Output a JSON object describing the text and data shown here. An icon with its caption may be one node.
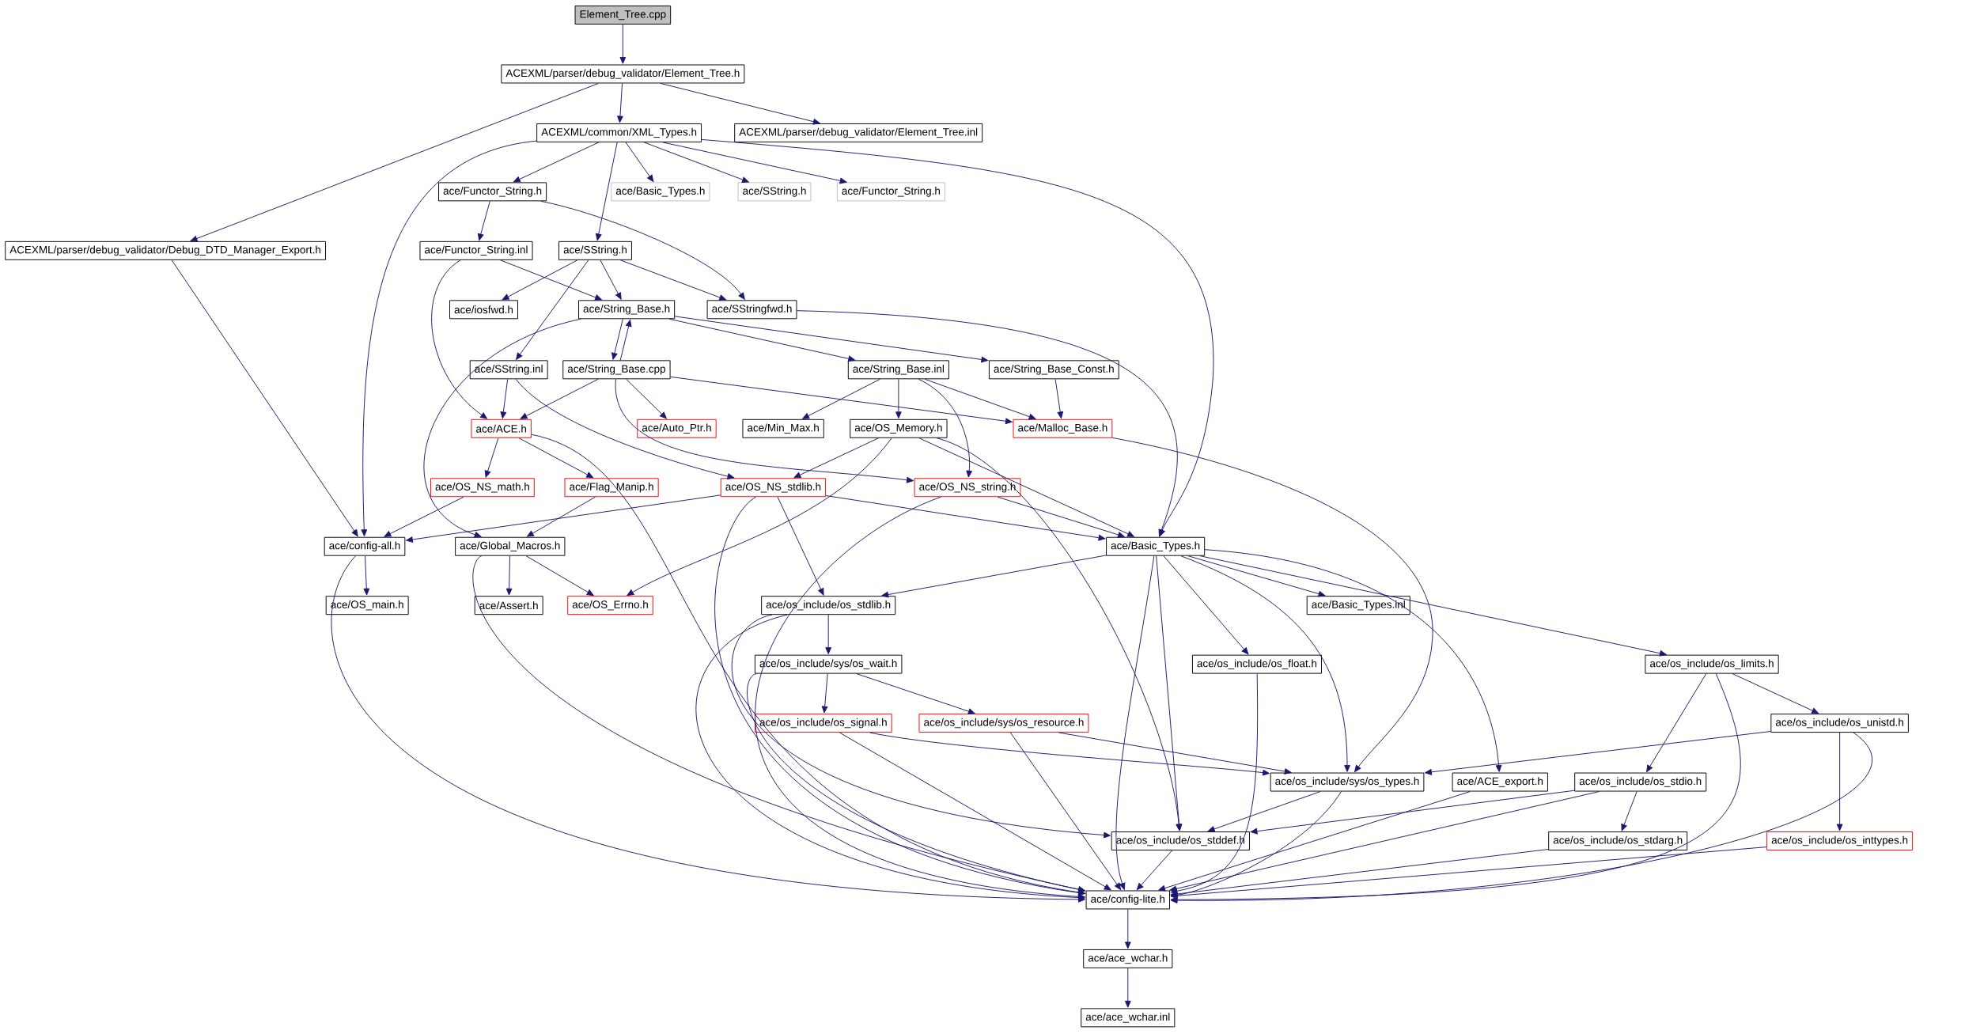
{
  "diagram": {
    "nodes": [
      {
        "text": [
          "Element_Tree.cpp"
        ]
      },
      {
        "text": [
          "ACEXML/parser/debug_validator/Element_Tree.h"
        ]
      },
      {
        "text": [
          "ACEXML/common/XML_Types.h"
        ]
      },
      {
        "text": [
          "ACEXML/parser/debug_validator/Element_Tree.inl"
        ]
      },
      {
        "text": [
          "ace/Functor_String.h"
        ]
      },
      {
        "text": [
          "ace/Basic_Types.h"
        ]
      },
      {
        "text": [
          "ace/SString.h"
        ]
      },
      {
        "text": [
          "ace/Functor_String.h"
        ]
      },
      {
        "text": [
          "ACEXML/parser/debug_validator/Debug_DTD_Manager_Export.h"
        ]
      },
      {
        "text": [
          "ace/Functor_String.inl"
        ]
      },
      {
        "text": [
          "ace/SString.h"
        ]
      },
      {
        "text": [
          "ace/iosfwd.h"
        ]
      },
      {
        "text": [
          "ace/String_Base.h"
        ]
      },
      {
        "text": [
          "ace/SStringfwd.h"
        ]
      },
      {
        "text": [
          "ace/SString.inl"
        ]
      },
      {
        "text": [
          "ace/String_Base.cpp"
        ]
      },
      {
        "text": [
          "ace/String_Base.inl"
        ]
      },
      {
        "text": [
          "ace/String_Base_Const.h"
        ]
      },
      {
        "text": [
          "ace/ACE.h"
        ]
      },
      {
        "text": [
          "ace/Auto_Ptr.h"
        ]
      },
      {
        "text": [
          "ace/Min_Max.h"
        ]
      },
      {
        "text": [
          "ace/OS_Memory.h"
        ]
      },
      {
        "text": [
          "ace/Malloc_Base.h"
        ]
      },
      {
        "text": [
          "ace/OS_NS_math.h"
        ]
      },
      {
        "text": [
          "ace/Flag_Manip.h"
        ]
      },
      {
        "text": [
          "ace/OS_NS_stdlib.h"
        ]
      },
      {
        "text": [
          "ace/OS_NS_string.h"
        ]
      },
      {
        "text": [
          "ace/config-all.h"
        ]
      },
      {
        "text": [
          "ace/Global_Macros.h"
        ]
      },
      {
        "text": [
          "ace/Basic_Types.h"
        ]
      },
      {
        "text": [
          "ace/OS_main.h"
        ]
      },
      {
        "text": [
          "ace/Assert.h"
        ]
      },
      {
        "text": [
          "ace/OS_Errno.h"
        ]
      },
      {
        "text": [
          "ace/os_include/os_stdlib.h"
        ]
      },
      {
        "text": [
          "ace/Basic_Types.inl"
        ]
      },
      {
        "text": [
          "ace/os_include/sys/os_wait.h"
        ]
      },
      {
        "text": [
          "ace/os_include/os_float.h"
        ]
      },
      {
        "text": [
          "ace/os_include/os_limits.h"
        ]
      },
      {
        "text": [
          "ace/os_include/os_signal.h"
        ]
      },
      {
        "text": [
          "ace/os_include/sys/os_resource.h"
        ]
      },
      {
        "text": [
          "ace/os_include/os_unistd.h"
        ]
      },
      {
        "text": [
          "ace/os_include/sys/os_types.h"
        ]
      },
      {
        "text": [
          "ace/ACE_export.h"
        ]
      },
      {
        "text": [
          "ace/os_include/os_stdio.h"
        ]
      },
      {
        "text": [
          "ace/os_include/os_stddef.h"
        ]
      },
      {
        "text": [
          "ace/os_include/os_stdarg.h"
        ]
      },
      {
        "text": [
          "ace/os_include/os_inttypes.h"
        ]
      },
      {
        "text": [
          "ace/config-lite.h"
        ]
      },
      {
        "text": [
          "ace/ace_wchar.h"
        ]
      },
      {
        "text": [
          "ace/ace_wchar.inl"
        ]
      }
    ],
    "edges": [
      {
        "from": 0,
        "to": 1,
        "arrow": "to"
      },
      {
        "from": 1,
        "to": 2,
        "arrow": "to"
      },
      {
        "from": 1,
        "to": 3,
        "arrow": "to"
      },
      {
        "from": 1,
        "to": 8,
        "arrow": "to"
      },
      {
        "from": 2,
        "to": 4,
        "arrow": "to"
      },
      {
        "from": 2,
        "to": 5,
        "arrow": "to"
      },
      {
        "from": 2,
        "to": 6,
        "arrow": "to"
      },
      {
        "from": 2,
        "to": 7,
        "arrow": "to"
      },
      {
        "from": 2,
        "to": 10,
        "arrow": "to"
      },
      {
        "from": 2,
        "to": 27,
        "arrow": "to"
      },
      {
        "from": 2,
        "to": 29,
        "arrow": "to"
      },
      {
        "from": 4,
        "to": 9,
        "arrow": "to"
      },
      {
        "from": 4,
        "to": 13,
        "arrow": "to"
      },
      {
        "from": 8,
        "to": 27,
        "arrow": "to"
      },
      {
        "from": 9,
        "to": 12,
        "arrow": "to"
      },
      {
        "from": 9,
        "to": 18,
        "arrow": "to"
      },
      {
        "from": 10,
        "to": 11,
        "arrow": "to"
      },
      {
        "from": 10,
        "to": 12,
        "arrow": "to"
      },
      {
        "from": 10,
        "to": 13,
        "arrow": "to"
      },
      {
        "from": 10,
        "to": 14,
        "arrow": "to"
      },
      {
        "from": 12,
        "to": 15,
        "arrow": "to"
      },
      {
        "from": 15,
        "to": 12,
        "arrow": "to"
      },
      {
        "from": 12,
        "to": 16,
        "arrow": "to"
      },
      {
        "from": 12,
        "to": 17,
        "arrow": "to"
      },
      {
        "from": 12,
        "to": 28,
        "arrow": "to"
      },
      {
        "from": 13,
        "to": 29,
        "arrow": "to"
      },
      {
        "from": 14,
        "to": 18,
        "arrow": "to"
      },
      {
        "from": 14,
        "to": 25,
        "arrow": "to"
      },
      {
        "from": 15,
        "to": 18,
        "arrow": "to"
      },
      {
        "from": 15,
        "to": 19,
        "arrow": "to"
      },
      {
        "from": 15,
        "to": 22,
        "arrow": "to"
      },
      {
        "from": 15,
        "to": 26,
        "arrow": "to"
      },
      {
        "from": 16,
        "to": 20,
        "arrow": "to"
      },
      {
        "from": 16,
        "to": 21,
        "arrow": "to"
      },
      {
        "from": 16,
        "to": 22,
        "arrow": "to"
      },
      {
        "from": 16,
        "to": 26,
        "arrow": "to"
      },
      {
        "from": 17,
        "to": 22,
        "arrow": "to"
      },
      {
        "from": 18,
        "to": 23,
        "arrow": "to"
      },
      {
        "from": 18,
        "to": 24,
        "arrow": "to"
      },
      {
        "from": 18,
        "to": 47,
        "arrow": "to"
      },
      {
        "from": 21,
        "to": 25,
        "arrow": "to"
      },
      {
        "from": 21,
        "to": 29,
        "arrow": "to"
      },
      {
        "from": 21,
        "to": 32,
        "arrow": "to"
      },
      {
        "from": 21,
        "to": 44,
        "arrow": "to"
      },
      {
        "from": 22,
        "to": 41,
        "arrow": "to"
      },
      {
        "from": 23,
        "to": 27,
        "arrow": "to"
      },
      {
        "from": 24,
        "to": 28,
        "arrow": "to"
      },
      {
        "from": 25,
        "to": 27,
        "arrow": "to"
      },
      {
        "from": 25,
        "to": 29,
        "arrow": "to"
      },
      {
        "from": 25,
        "to": 33,
        "arrow": "to"
      },
      {
        "from": 25,
        "to": 47,
        "arrow": "to"
      },
      {
        "from": 26,
        "to": 29,
        "arrow": "to"
      },
      {
        "from": 26,
        "to": 47,
        "arrow": "to"
      },
      {
        "from": 27,
        "to": 30,
        "arrow": "to"
      },
      {
        "from": 27,
        "to": 47,
        "arrow": "to"
      },
      {
        "from": 28,
        "to": 31,
        "arrow": "to"
      },
      {
        "from": 28,
        "to": 32,
        "arrow": "to"
      },
      {
        "from": 28,
        "to": 47,
        "arrow": "to"
      },
      {
        "from": 29,
        "to": 33,
        "arrow": "to"
      },
      {
        "from": 29,
        "to": 34,
        "arrow": "to"
      },
      {
        "from": 29,
        "to": 36,
        "arrow": "to"
      },
      {
        "from": 29,
        "to": 37,
        "arrow": "to"
      },
      {
        "from": 29,
        "to": 41,
        "arrow": "to"
      },
      {
        "from": 29,
        "to": 42,
        "arrow": "to"
      },
      {
        "from": 29,
        "to": 44,
        "arrow": "to"
      },
      {
        "from": 29,
        "to": 47,
        "arrow": "to"
      },
      {
        "from": 33,
        "to": 35,
        "arrow": "to"
      },
      {
        "from": 33,
        "to": 44,
        "arrow": "to"
      },
      {
        "from": 33,
        "to": 47,
        "arrow": "to"
      },
      {
        "from": 35,
        "to": 38,
        "arrow": "to"
      },
      {
        "from": 35,
        "to": 39,
        "arrow": "to"
      },
      {
        "from": 35,
        "to": 47,
        "arrow": "to"
      },
      {
        "from": 36,
        "to": 47,
        "arrow": "to"
      },
      {
        "from": 37,
        "to": 40,
        "arrow": "to"
      },
      {
        "from": 37,
        "to": 43,
        "arrow": "to"
      },
      {
        "from": 37,
        "to": 47,
        "arrow": "to"
      },
      {
        "from": 38,
        "to": 41,
        "arrow": "to"
      },
      {
        "from": 38,
        "to": 47,
        "arrow": "to"
      },
      {
        "from": 39,
        "to": 41,
        "arrow": "to"
      },
      {
        "from": 39,
        "to": 47,
        "arrow": "to"
      },
      {
        "from": 40,
        "to": 41,
        "arrow": "to"
      },
      {
        "from": 40,
        "to": 46,
        "arrow": "to"
      },
      {
        "from": 40,
        "to": 47,
        "arrow": "to"
      },
      {
        "from": 41,
        "to": 44,
        "arrow": "to"
      },
      {
        "from": 41,
        "to": 47,
        "arrow": "to"
      },
      {
        "from": 42,
        "to": 47,
        "arrow": "to"
      },
      {
        "from": 43,
        "to": 44,
        "arrow": "to"
      },
      {
        "from": 43,
        "to": 45,
        "arrow": "to"
      },
      {
        "from": 43,
        "to": 47,
        "arrow": "to"
      },
      {
        "from": 44,
        "to": 47,
        "arrow": "to"
      },
      {
        "from": 45,
        "to": 47,
        "arrow": "to"
      },
      {
        "from": 46,
        "to": 47,
        "arrow": "to"
      },
      {
        "from": 47,
        "to": 48,
        "arrow": "to"
      },
      {
        "from": 48,
        "to": 49,
        "arrow": "to"
      }
    ]
  }
}
